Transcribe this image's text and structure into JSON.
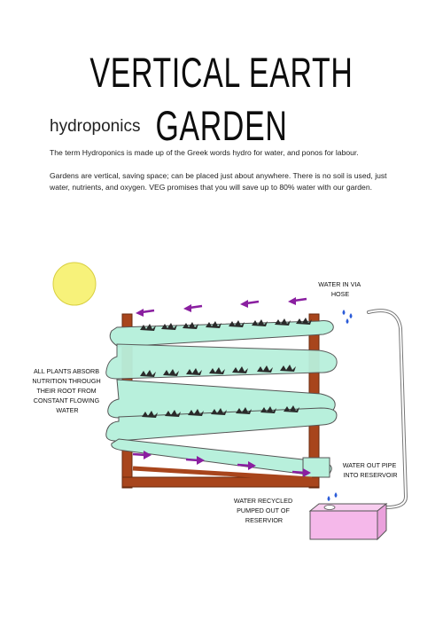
{
  "title": "VERTICAL EARTH GARDEN",
  "section_heading": "hydroponics",
  "paragraphs": [
    "The term Hydroponics is made up of the Greek words hydro for water, and ponos for labour.",
    "Gardens are vertical, saving space; can be placed just about anywhere. There is no soil is used, just water, nutrients, and oxygen. VEG promises that you will save up to 80% water with our garden."
  ],
  "diagram": {
    "label_water_in": [
      "WATER IN VIA",
      "HOSE"
    ],
    "label_plants": [
      "ALL PLANTS ABSORB",
      "NUTRITION THROUGH",
      "THEIR ROOT FROM",
      "CONSTANT FLOWING",
      "WATER"
    ],
    "label_water_out": [
      "WATER OUT PIPE",
      "INTO RESERVOIR"
    ],
    "label_recycled": [
      "WATER RECYCLED",
      "PUMPED OUT OF",
      "RESERVIOR"
    ],
    "colors": {
      "sun": "#f7f27a",
      "pipe": "#b8f0dc",
      "frame": "#a8451c",
      "arrow": "#8a1fa0",
      "reservoir": "#f5b8ea",
      "water_drop": "#2a5bd8",
      "plant": "#2a2a2a"
    }
  }
}
